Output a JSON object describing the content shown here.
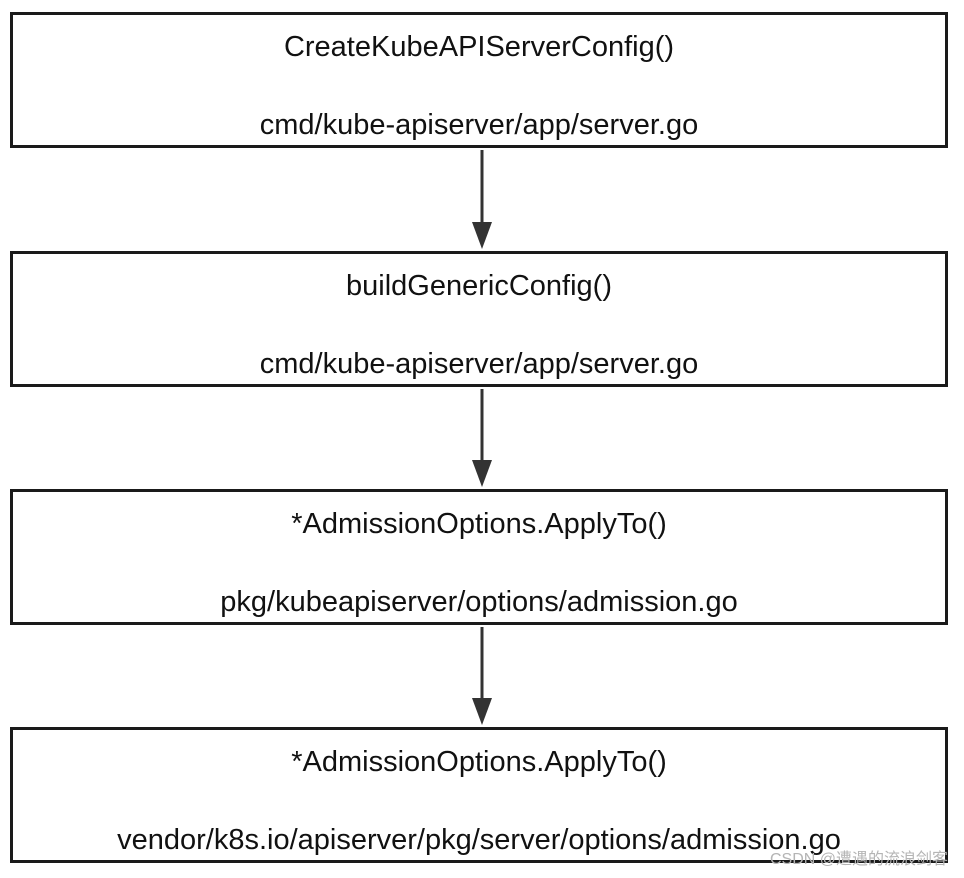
{
  "nodes": [
    {
      "function": "CreateKubeAPIServerConfig()",
      "path": "cmd/kube-apiserver/app/server.go"
    },
    {
      "function": "buildGenericConfig()",
      "path": "cmd/kube-apiserver/app/server.go"
    },
    {
      "function": "*AdmissionOptions.ApplyTo()",
      "path": "pkg/kubeapiserver/options/admission.go"
    },
    {
      "function": "*AdmissionOptions.ApplyTo()",
      "path": "vendor/k8s.io/apiserver/pkg/server/options/admission.go"
    }
  ],
  "watermark": "CSDN @遭遇的流浪剑客",
  "colors": {
    "border": "#1a1a1a",
    "arrow": "#333333",
    "watermark": "#b5b5b5"
  }
}
